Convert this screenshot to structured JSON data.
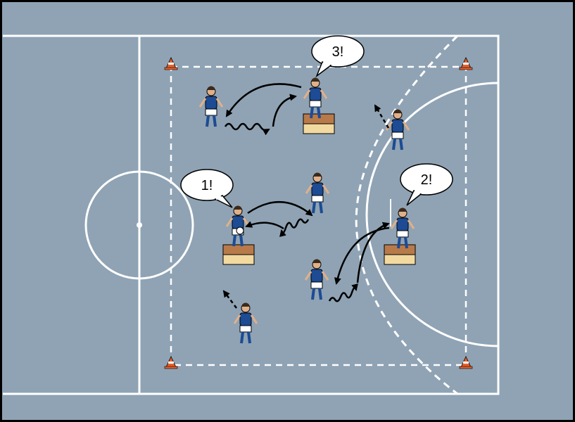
{
  "colors": {
    "court": "#8fa3b4",
    "lines": "#ffffff",
    "border": "#000000",
    "jersey": "#1d4b94",
    "shorts": "#ffffff",
    "skin": "#e0b08a",
    "box_top": "#b97a4a",
    "box_bottom": "#f2d9a0",
    "cone": "#e8602c",
    "arrow": "#000000"
  },
  "callouts": {
    "one": "1!",
    "two": "2!",
    "three": "3!"
  },
  "icons": {
    "player": "player-figure-icon",
    "cone": "cone-icon",
    "box": "box-icon",
    "ball": "ball-icon"
  }
}
